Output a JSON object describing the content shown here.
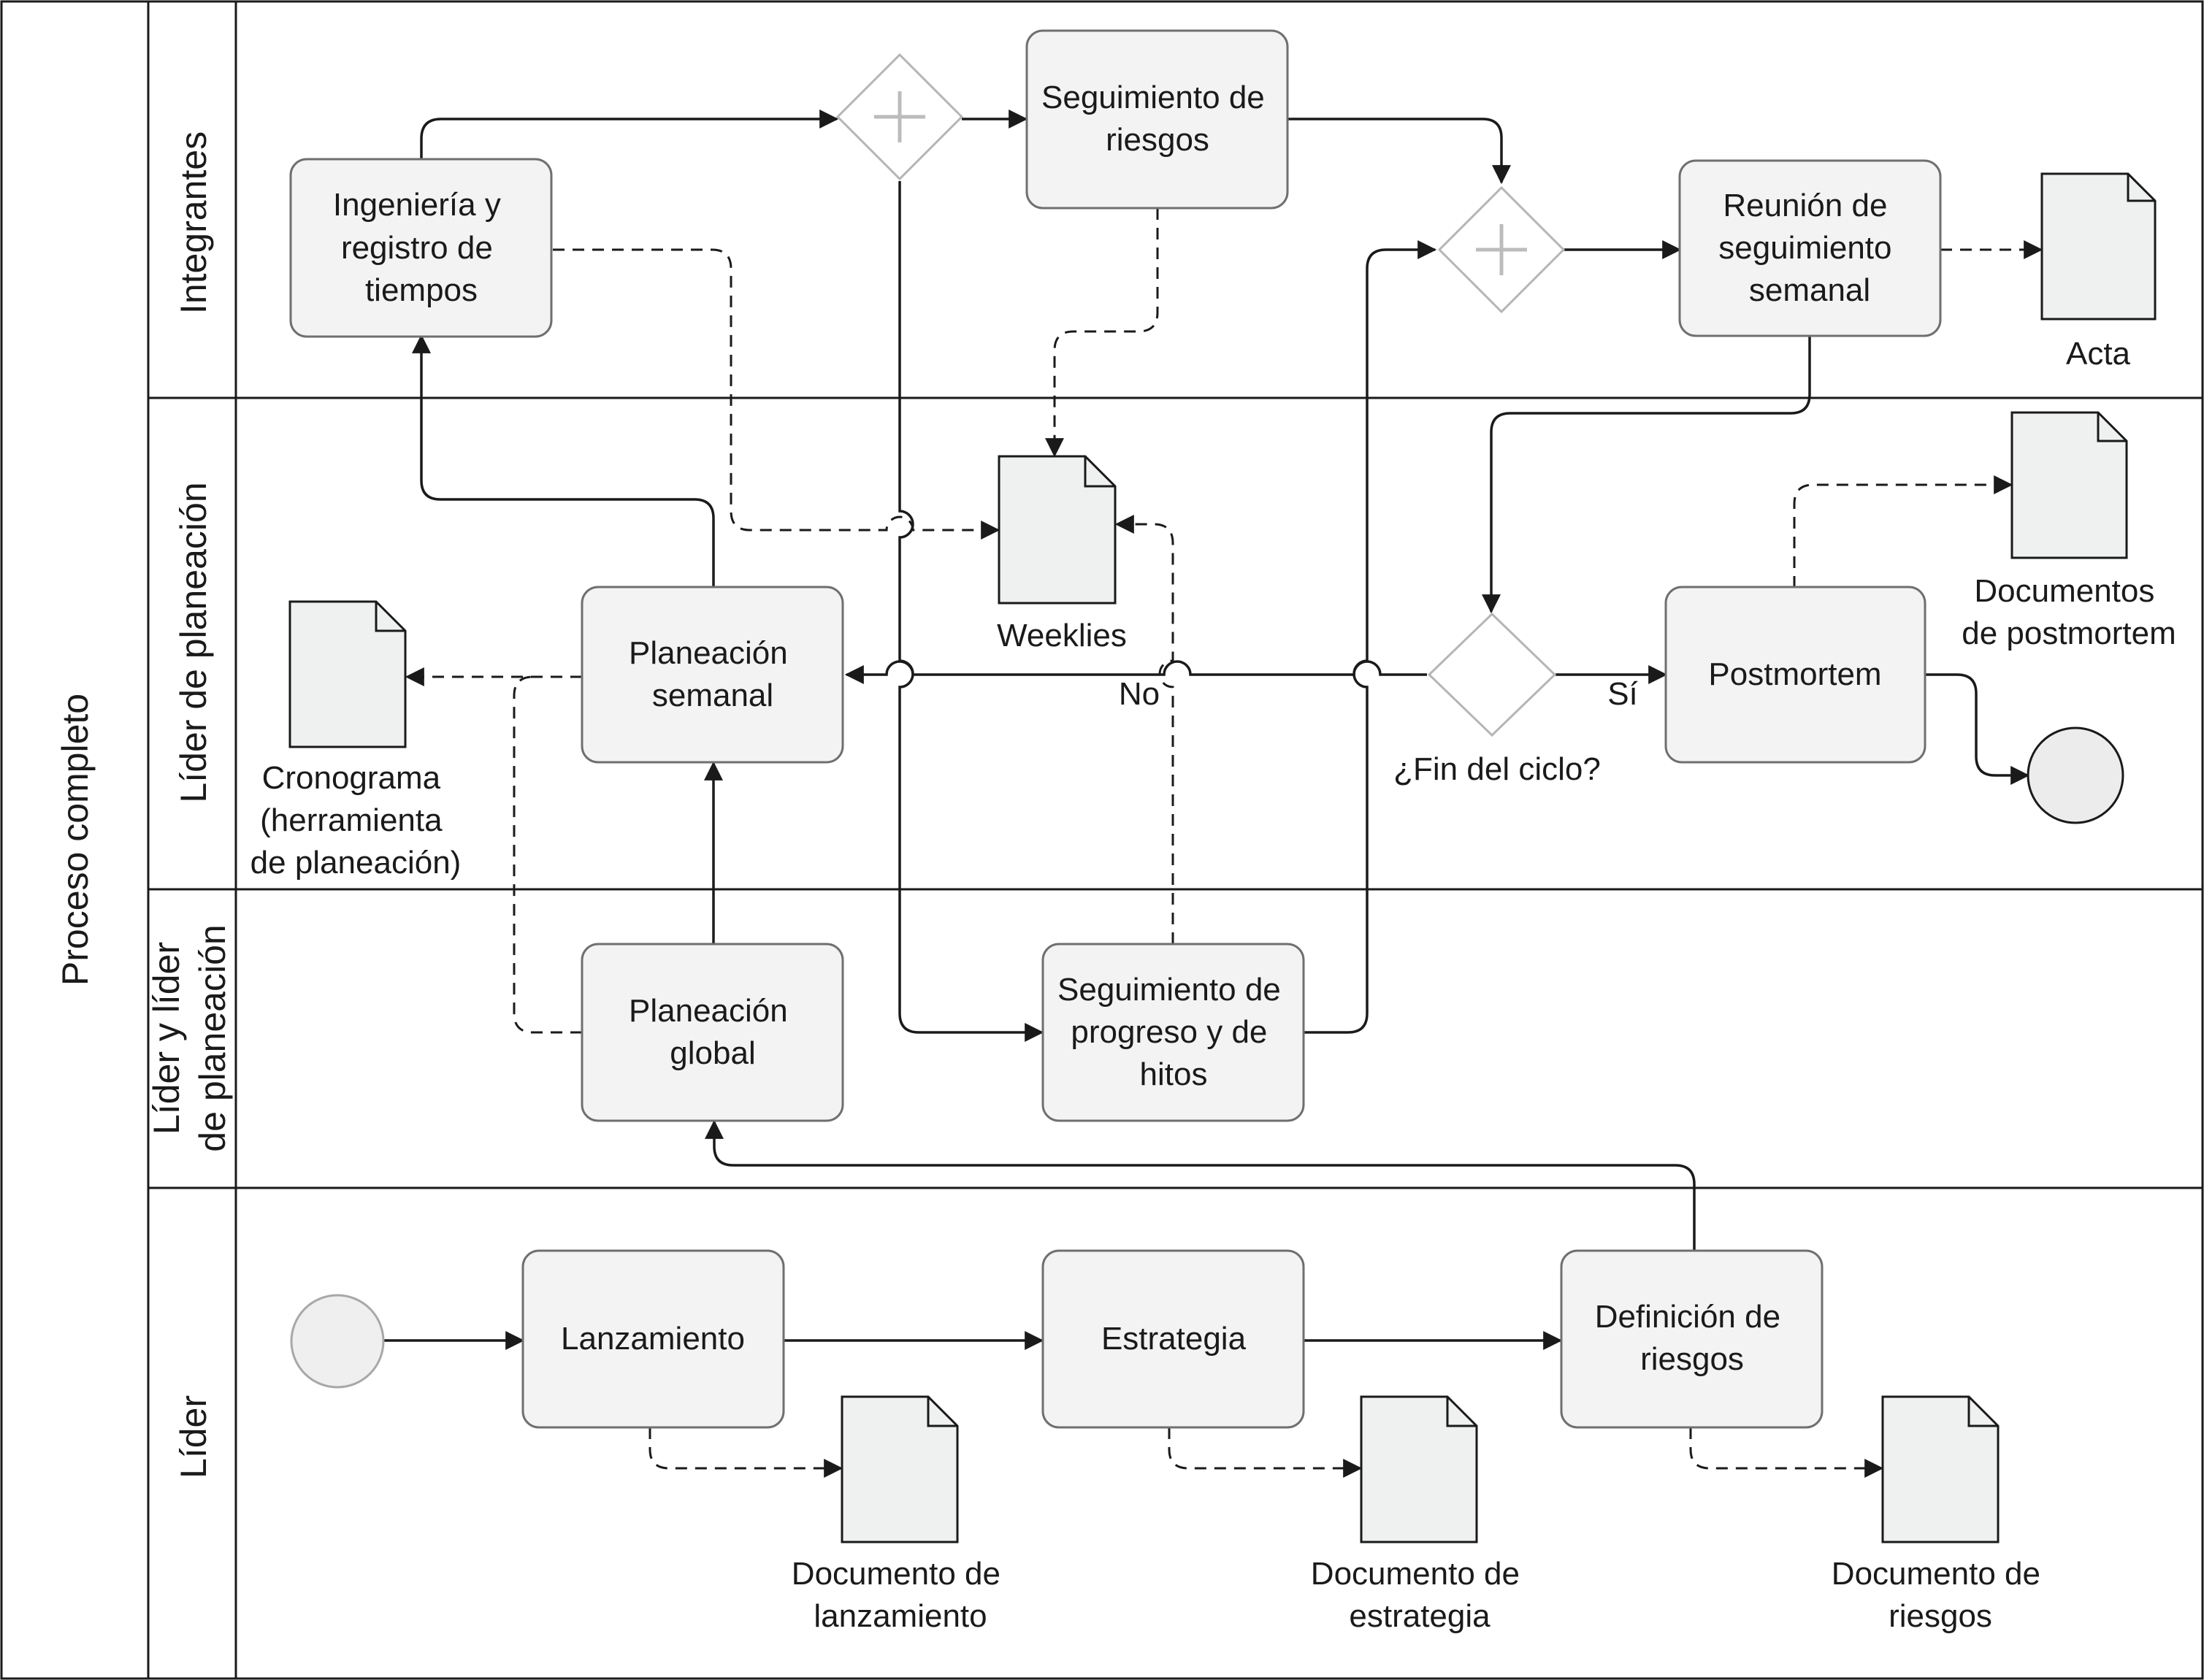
{
  "pool": {
    "title": "Proceso completo"
  },
  "lanes": {
    "integrantes": "Integrantes",
    "lider_planeacion": "Líder de planeación",
    "lider_y_lider_line1": "Líder y líder",
    "lider_y_lider_line2": "de planeación",
    "lider": "Líder"
  },
  "tasks": {
    "ingenieria": [
      "Ingeniería y",
      "registro de",
      "tiempos"
    ],
    "seguimiento_riesgos": [
      "Seguimiento de",
      "riesgos"
    ],
    "reunion": [
      "Reunión de",
      "seguimiento",
      "semanal"
    ],
    "planeacion_semanal": [
      "Planeación",
      "semanal"
    ],
    "postmortem": [
      "Postmortem"
    ],
    "planeacion_global": [
      "Planeación",
      "global"
    ],
    "seguimiento_progreso": [
      "Seguimiento de",
      "progreso y de",
      "hitos"
    ],
    "lanzamiento": [
      "Lanzamiento"
    ],
    "estrategia": [
      "Estrategia"
    ],
    "definicion_riesgos": [
      "Definición de",
      "riesgos"
    ]
  },
  "documents": {
    "acta": [
      "Acta"
    ],
    "weeklies": [
      "Weeklies"
    ],
    "documentos_postmortem": [
      "Documentos",
      "de postmortem"
    ],
    "cronograma": [
      "Cronograma",
      "(herramienta",
      "de planeación)"
    ],
    "doc_lanzamiento": [
      "Documento de",
      "lanzamiento"
    ],
    "doc_estrategia": [
      "Documento de",
      "estrategia"
    ],
    "doc_riesgos": [
      "Documento de",
      "riesgos"
    ]
  },
  "gateway": {
    "question": "¿Fin del ciclo?",
    "no_label": "No",
    "yes_label": "Sí"
  },
  "colors": {
    "line": "#1a1a1a",
    "task_fill": "#f3f3f3",
    "task_stroke": "#6f6f6f",
    "doc_fill": "#eff1f0",
    "gateway_stroke": "#b5b5b5",
    "event_fill": "#efefef",
    "event_stroke": "#a8a8a8"
  }
}
